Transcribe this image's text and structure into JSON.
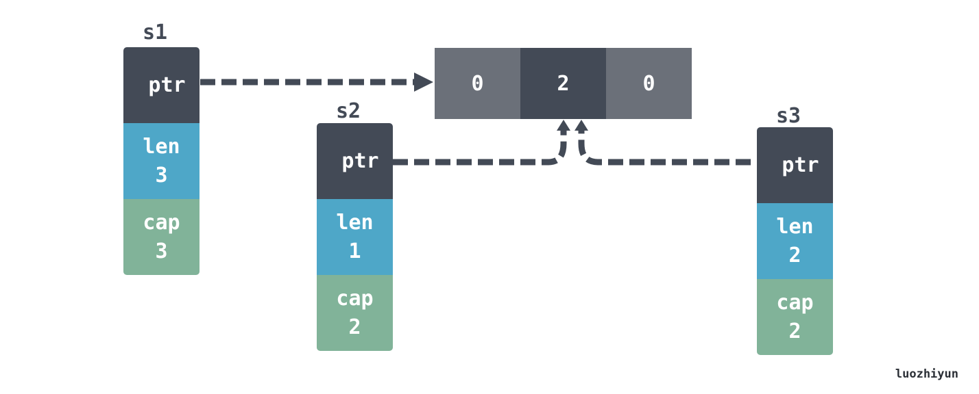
{
  "slices": [
    {
      "name": "s1",
      "ptr_label": "ptr",
      "len_label": "len",
      "len_value": "3",
      "cap_label": "cap",
      "cap_value": "3"
    },
    {
      "name": "s2",
      "ptr_label": "ptr",
      "len_label": "len",
      "len_value": "1",
      "cap_label": "cap",
      "cap_value": "2"
    },
    {
      "name": "s3",
      "ptr_label": "ptr",
      "len_label": "len",
      "len_value": "2",
      "cap_label": "cap",
      "cap_value": "2"
    }
  ],
  "array": {
    "cells": [
      "0",
      "2",
      "0"
    ]
  },
  "watermark": "luozhiyun",
  "colors": {
    "ptr": "#434a56",
    "len": "#4ea7c8",
    "cap": "#81b399",
    "cell_light": "#6b7079",
    "cell_dark": "#434a56",
    "arrow": "#434a56"
  }
}
